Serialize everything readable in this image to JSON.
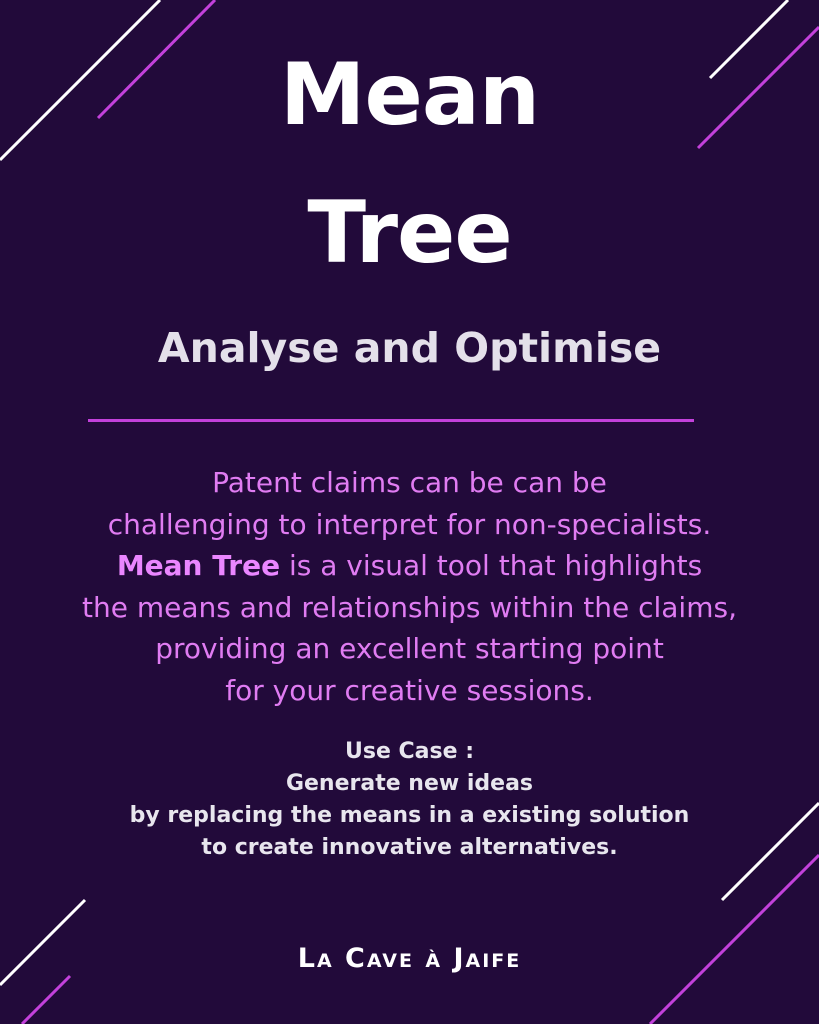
{
  "title": {
    "line1": "Mean",
    "line2": "Tree"
  },
  "subtitle": "Analyse and Optimise",
  "description": {
    "line1": "Patent claims can be can be",
    "line2": "challenging to interpret for non-specialists.",
    "highlight": "Mean Tree",
    "line3_rest": " is a visual tool that highlights",
    "line4": "the means and relationships within the claims,",
    "line5": "providing an excellent starting point",
    "line6": "for your creative sessions."
  },
  "use_case": {
    "heading": "Use Case :",
    "line1": "Generate new ideas",
    "line2": "by replacing the means in a existing solution",
    "line3": "to create innovative alternatives."
  },
  "brand": "La Cave à Jaife",
  "colors": {
    "background": "#220a3a",
    "accent": "#c341db",
    "accent_text": "#e07cf2",
    "white": "#ffffff"
  }
}
